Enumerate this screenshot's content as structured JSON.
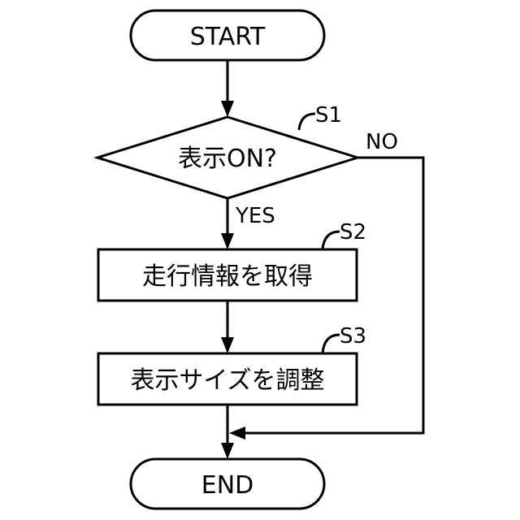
{
  "flowchart": {
    "start": {
      "label": "START"
    },
    "s1": {
      "step": "S1",
      "label": "表示ON?",
      "yes": "YES",
      "no": "NO"
    },
    "s2": {
      "step": "S2",
      "label": "走行情報を取得"
    },
    "s3": {
      "step": "S3",
      "label": "表示サイズを調整"
    },
    "end": {
      "label": "END"
    }
  }
}
